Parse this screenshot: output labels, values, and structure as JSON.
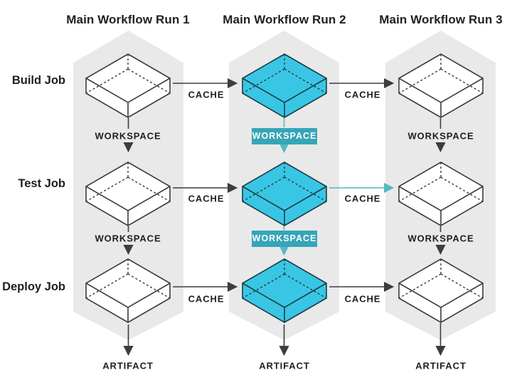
{
  "diagram": {
    "columns": [
      {
        "title": "Main Workflow Run 1"
      },
      {
        "title": "Main Workflow Run 2"
      },
      {
        "title": "Main Workflow Run 3"
      }
    ],
    "rows": [
      {
        "label": "Build Job"
      },
      {
        "label": "Test Job"
      },
      {
        "label": "Deploy Job"
      }
    ],
    "labels": {
      "cache": "CACHE",
      "workspace": "WORKSPACE",
      "artifact": "ARTIFACT"
    },
    "highlighted_run": "Main Workflow Run 2",
    "colors": {
      "page_bg": "#ffffff",
      "column_bg": "#e9e9e9",
      "line_dark": "#3d3d3d",
      "text_dark": "#1f1f1f",
      "highlight_fill": "#39c6e4",
      "highlight_edge": "#1d3c46",
      "badge_bg": "#36a5b7",
      "badge_text": "#ffffff",
      "teal_arrow": "#57b8c4"
    }
  }
}
